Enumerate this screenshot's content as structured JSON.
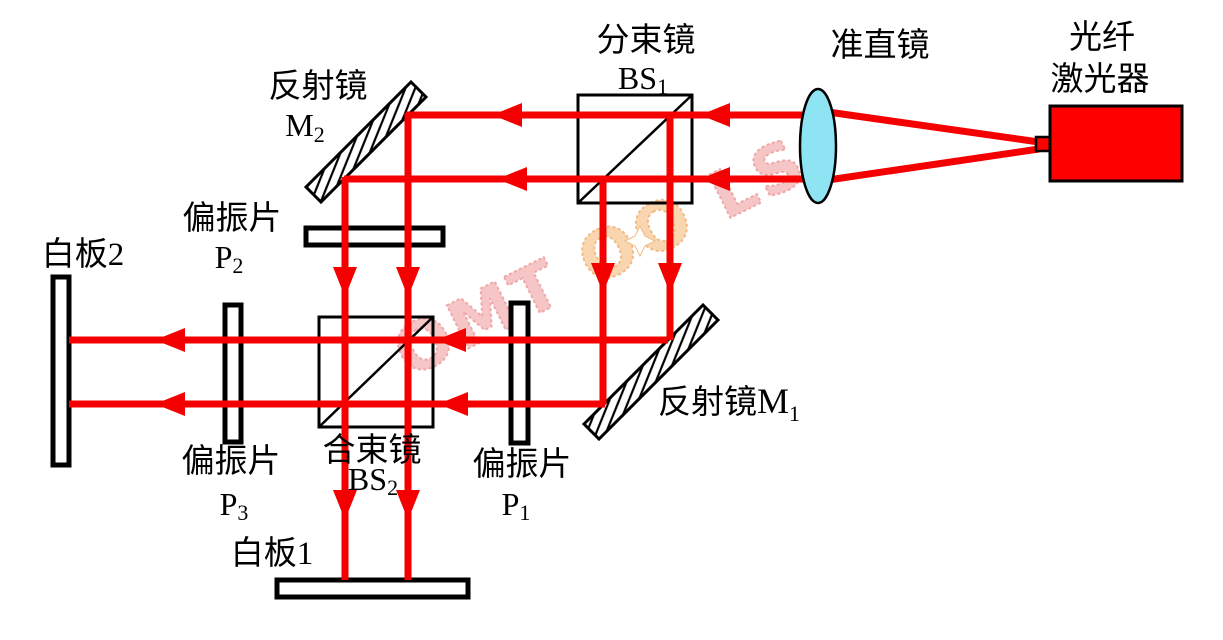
{
  "colors": {
    "beam": "#F50000",
    "laser_fill": "#FE0000",
    "lens_fill": "#8EE4F2",
    "watermark_pink": "#F5BCBC",
    "watermark_pink_outline": "#ED9A9A",
    "watermark_orange": "#F9D0A2",
    "watermark_orange_outline": "#F0B070",
    "line_black": "#000000"
  },
  "watermark": {
    "part1": "OMT",
    "part2": "OO",
    "part3": "LS"
  },
  "components": {
    "laser": {
      "line1": "光纤",
      "line2": "激光器"
    },
    "collimator": {
      "label": "准直镜"
    },
    "bs1": {
      "label": "分束镜",
      "code": "BS",
      "sub": "1"
    },
    "mirror2": {
      "label": "反射镜",
      "code": "M",
      "sub": "2"
    },
    "polarizer2": {
      "label": "偏振片",
      "code": "P",
      "sub": "2"
    },
    "board2": {
      "label": "白板2"
    },
    "polarizer3": {
      "label": "偏振片",
      "code": "P",
      "sub": "3"
    },
    "combiner": {
      "label": "合束镜",
      "code": "BS",
      "sub": "2"
    },
    "polarizer1": {
      "label": "偏振片",
      "code": "P",
      "sub": "1"
    },
    "board1": {
      "label": "白板1"
    },
    "mirror1": {
      "label": "反射镜",
      "code": "M",
      "sub": "1"
    }
  }
}
